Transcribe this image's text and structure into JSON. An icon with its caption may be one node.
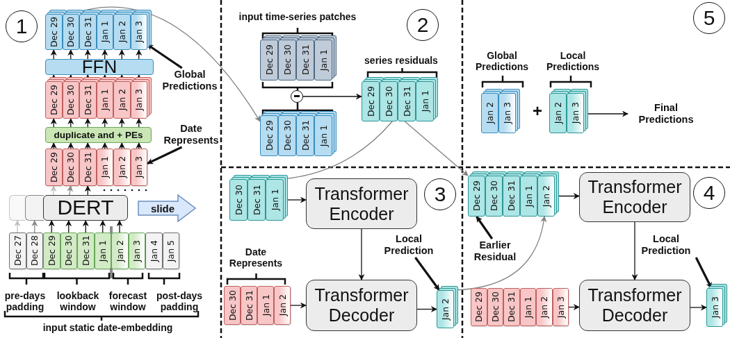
{
  "diagram": {
    "nodes": [
      {
        "text": [
          "1"
        ]
      },
      {
        "text": [
          "Dec 29"
        ]
      },
      {
        "text": [
          "Dec 30"
        ]
      },
      {
        "text": [
          "Dec 31"
        ]
      },
      {
        "text": [
          "Jan 1"
        ]
      },
      {
        "text": [
          "Jan 2"
        ]
      },
      {
        "text": [
          "Jan 3"
        ]
      },
      {
        "text": [
          "FFN"
        ]
      },
      {
        "text": [
          "Dec 29"
        ]
      },
      {
        "text": [
          "Dec 30"
        ]
      },
      {
        "text": [
          "Dec 31"
        ]
      },
      {
        "text": [
          "Jan 1"
        ]
      },
      {
        "text": [
          "Jan 2"
        ]
      },
      {
        "text": [
          "Jan 3"
        ]
      },
      {
        "text": [
          "duplicate and + PEs"
        ]
      },
      {
        "text": [
          "Dec 29"
        ]
      },
      {
        "text": [
          "Dec 30"
        ]
      },
      {
        "text": [
          "Dec 31"
        ]
      },
      {
        "text": [
          "Jan 1"
        ]
      },
      {
        "text": [
          "Jan 2"
        ]
      },
      {
        "text": [
          "Jan 3"
        ]
      },
      {
        "text": [
          "Global Predictions"
        ]
      },
      {
        "text": [
          "Date Represents"
        ]
      },
      {
        "text": [],
        "shape": "box"
      },
      {
        "text": [],
        "shape": "box"
      },
      {
        "text": [
          "DERT"
        ]
      },
      {
        "text": [
          "slide"
        ]
      },
      {
        "text": [
          "Dec 27"
        ]
      },
      {
        "text": [
          "Dec 28"
        ]
      },
      {
        "text": [
          "Dec 29"
        ]
      },
      {
        "text": [
          "Dec 30"
        ]
      },
      {
        "text": [
          "Dec 31"
        ]
      },
      {
        "text": [
          "Jan 1"
        ]
      },
      {
        "text": [
          "Jan 2"
        ]
      },
      {
        "text": [
          "Jan 3"
        ]
      },
      {
        "text": [
          "Jan 4"
        ]
      },
      {
        "text": [
          "Jan 5"
        ]
      },
      {
        "text": [
          "2"
        ]
      },
      {
        "text": [
          "Dec 29"
        ]
      },
      {
        "text": [
          "Dec 30"
        ]
      },
      {
        "text": [
          "Dec 31"
        ]
      },
      {
        "text": [
          "Jan 1"
        ]
      },
      {
        "text": [],
        "shape": "circle"
      },
      {
        "text": [
          "Dec 29"
        ]
      },
      {
        "text": [
          "Dec 30"
        ]
      },
      {
        "text": [
          "Dec 31"
        ]
      },
      {
        "text": [
          "Jan 1"
        ]
      },
      {
        "text": [
          "Dec 29"
        ]
      },
      {
        "text": [
          "Dec 30"
        ]
      },
      {
        "text": [
          "Dec 31"
        ]
      },
      {
        "text": [
          "Jan 1"
        ]
      },
      {
        "text": [
          "3"
        ]
      },
      {
        "text": [
          "Dec 30"
        ]
      },
      {
        "text": [
          "Dec 31"
        ]
      },
      {
        "text": [
          "Jan 1"
        ]
      },
      {
        "text": [
          "Transformer Encoder"
        ]
      },
      {
        "text": [
          "Dec 30"
        ]
      },
      {
        "text": [
          "Dec 31"
        ]
      },
      {
        "text": [
          "Jan 1"
        ]
      },
      {
        "text": [
          "Jan 2"
        ]
      },
      {
        "text": [
          "Transformer Decoder"
        ]
      },
      {
        "text": [
          "Jan 2"
        ]
      },
      {
        "text": [
          "Local Prediction"
        ]
      },
      {
        "text": [
          "4"
        ]
      },
      {
        "text": [
          "Dec 29"
        ]
      },
      {
        "text": [
          "Dec 30"
        ]
      },
      {
        "text": [
          "Dec 31"
        ]
      },
      {
        "text": [
          "Jan 1"
        ]
      },
      {
        "text": [
          "Jan 2"
        ]
      },
      {
        "text": [
          "Earlier Residual"
        ]
      },
      {
        "text": [
          "Transformer Encoder"
        ]
      },
      {
        "text": [
          "Dec 29"
        ]
      },
      {
        "text": [
          "Dec 30"
        ]
      },
      {
        "text": [
          "Dec 31"
        ]
      },
      {
        "text": [
          "Jan 1"
        ]
      },
      {
        "text": [
          "Jan 2"
        ]
      },
      {
        "text": [
          "Jan 3"
        ]
      },
      {
        "text": [
          "Transformer Decoder"
        ]
      },
      {
        "text": [
          "Jan 3"
        ]
      },
      {
        "text": [
          "Local Prediction"
        ]
      },
      {
        "text": [
          "5"
        ]
      },
      {
        "text": [
          "Jan 2"
        ]
      },
      {
        "text": [
          "Jan 3"
        ]
      },
      {
        "text": [
          "Jan 2"
        ]
      },
      {
        "text": [
          "Jan 3"
        ]
      },
      {
        "text": [
          "Final Predictions"
        ]
      }
    ],
    "edges": [
      {
        "from": 7,
        "to": 1,
        "arrow": "to"
      },
      {
        "from": 7,
        "to": 2,
        "arrow": "to"
      },
      {
        "from": 7,
        "to": 3,
        "arrow": "to"
      },
      {
        "from": 7,
        "to": 4,
        "arrow": "to"
      },
      {
        "from": 7,
        "to": 5,
        "arrow": "to"
      },
      {
        "from": 7,
        "to": 6,
        "arrow": "to"
      },
      {
        "from": 8,
        "to": 7,
        "arrow": "to"
      },
      {
        "from": 9,
        "to": 7,
        "arrow": "to"
      },
      {
        "from": 10,
        "to": 7,
        "arrow": "to"
      },
      {
        "from": 11,
        "to": 7,
        "arrow": "to"
      },
      {
        "from": 12,
        "to": 7,
        "arrow": "to"
      },
      {
        "from": 13,
        "to": 7,
        "arrow": "to"
      },
      {
        "from": 14,
        "to": 8,
        "arrow": "to"
      },
      {
        "from": 14,
        "to": 9,
        "arrow": "to"
      },
      {
        "from": 14,
        "to": 10,
        "arrow": "to"
      },
      {
        "from": 14,
        "to": 11,
        "arrow": "to"
      },
      {
        "from": 14,
        "to": 12,
        "arrow": "to"
      },
      {
        "from": 14,
        "to": 13,
        "arrow": "to"
      },
      {
        "from": 15,
        "to": 14,
        "arrow": "to"
      },
      {
        "from": 16,
        "to": 14,
        "arrow": "to"
      },
      {
        "from": 17,
        "to": 14,
        "arrow": "to"
      },
      {
        "from": 18,
        "to": 14,
        "arrow": "to"
      },
      {
        "from": 19,
        "to": 14,
        "arrow": "to"
      },
      {
        "from": 20,
        "to": 14,
        "arrow": "to"
      },
      {
        "from": 25,
        "to": 15,
        "arrow": "to",
        "color": "#c0c0c0"
      },
      {
        "from": 25,
        "to": 16,
        "arrow": "to",
        "color": "#8a8a8a"
      },
      {
        "from": 25,
        "to": 17,
        "arrow": "to"
      },
      {
        "from": 27,
        "to": 23,
        "arrow": "to",
        "color": "#c0c0c0"
      },
      {
        "from": 28,
        "to": 24,
        "arrow": "to",
        "color": "#8a8a8a"
      },
      {
        "from": 29,
        "to": 25,
        "arrow": "to"
      },
      {
        "from": 30,
        "to": 25,
        "arrow": "to"
      },
      {
        "from": 31,
        "to": 25,
        "arrow": "to"
      },
      {
        "from": 32,
        "to": 25,
        "arrow": "to"
      },
      {
        "from": 33,
        "to": 25,
        "arrow": "to"
      },
      {
        "from": 21,
        "to": 6,
        "arrow": "to",
        "style": "thick"
      },
      {
        "from": 22,
        "to": 20,
        "arrow": "to",
        "style": "thick"
      },
      {
        "from": 2,
        "to": 43,
        "arrow": "to",
        "color": "#808080"
      },
      {
        "from": 42,
        "to": 47,
        "arrow": "to"
      },
      {
        "from": 48,
        "to": 54,
        "arrow": "to",
        "color": "#808080"
      },
      {
        "from": 49,
        "to": 64,
        "arrow": "to",
        "color": "#808080"
      },
      {
        "from": 54,
        "to": 55,
        "arrow": "to"
      },
      {
        "from": 55,
        "to": 60,
        "arrow": "to"
      },
      {
        "from": 59,
        "to": 60,
        "arrow": "to"
      },
      {
        "from": 60,
        "to": 61,
        "arrow": "to"
      },
      {
        "from": 62,
        "to": 61,
        "arrow": "to",
        "style": "thick"
      },
      {
        "from": 61,
        "to": 68,
        "arrow": "to",
        "color": "#808080"
      },
      {
        "from": 68,
        "to": 70,
        "arrow": "to"
      },
      {
        "from": 70,
        "to": 77,
        "arrow": "to"
      },
      {
        "from": 76,
        "to": 77,
        "arrow": "to"
      },
      {
        "from": 77,
        "to": 78,
        "arrow": "to"
      },
      {
        "from": 69,
        "to": 64,
        "arrow": "to",
        "style": "thick"
      },
      {
        "from": 79,
        "to": 78,
        "arrow": "to",
        "style": "thick"
      },
      {
        "from": 84,
        "to": 85,
        "arrow": "to"
      }
    ],
    "labels": [
      "pre-days padding",
      "lookback window",
      "forecast window",
      "post-days padding",
      "input static date-embedding",
      "input time-series patches",
      "series residuals",
      "Date Represents",
      "Global Predictions",
      "+",
      "Local Predictions"
    ]
  }
}
